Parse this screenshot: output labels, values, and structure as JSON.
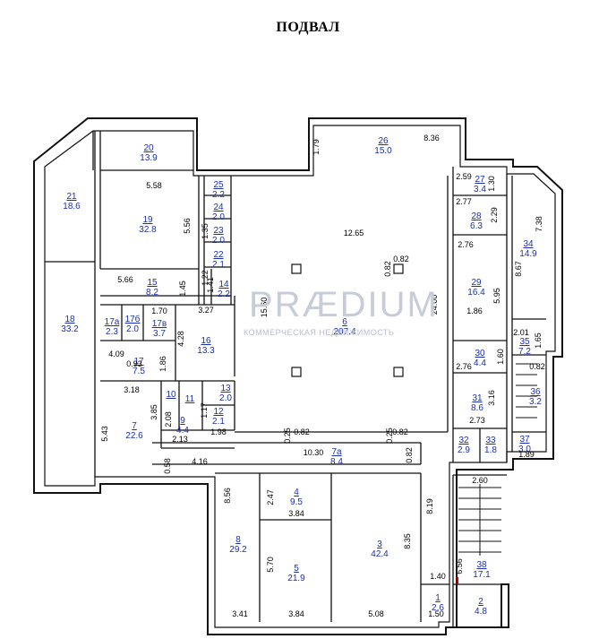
{
  "title": "ПОДВАЛ",
  "watermark": {
    "brand": "PRÆDIUM",
    "tagline": "КОММЕРЧЕСКАЯ НЕДВИЖИМОСТЬ"
  },
  "colors": {
    "wall": "#111111",
    "room_label": "#1a2fb0",
    "dimension": "#000000",
    "watermark": "#c8ccd8",
    "exit_mark": "#c00000"
  },
  "rooms": [
    {
      "id": "room-1",
      "num": "1",
      "area": "2.6"
    },
    {
      "id": "room-2",
      "num": "2",
      "area": "4.8"
    },
    {
      "id": "room-3",
      "num": "3",
      "area": "42.4"
    },
    {
      "id": "room-4",
      "num": "4",
      "area": "9.5"
    },
    {
      "id": "room-5",
      "num": "5",
      "area": "21.9"
    },
    {
      "id": "room-6",
      "num": "6",
      "area": "207.4"
    },
    {
      "id": "room-7",
      "num": "7",
      "area": "22.6"
    },
    {
      "id": "room-7a",
      "num": "7а",
      "area": "8.4"
    },
    {
      "id": "room-8",
      "num": "8",
      "area": "29.2"
    },
    {
      "id": "room-9",
      "num": "9",
      "area": "4.4"
    },
    {
      "id": "room-10",
      "num": "10",
      "area": ""
    },
    {
      "id": "room-11",
      "num": "11",
      "area": ""
    },
    {
      "id": "room-12",
      "num": "12",
      "area": "2.1"
    },
    {
      "id": "room-13",
      "num": "13",
      "area": "2.0"
    },
    {
      "id": "room-14",
      "num": "14",
      "area": "2.2"
    },
    {
      "id": "room-15",
      "num": "15",
      "area": "8.2"
    },
    {
      "id": "room-16",
      "num": "16",
      "area": "13.3"
    },
    {
      "id": "room-17",
      "num": "17",
      "area": "7.5"
    },
    {
      "id": "room-17a",
      "num": "17а",
      "area": "2.3"
    },
    {
      "id": "room-17b",
      "num": "17б",
      "area": "2.0"
    },
    {
      "id": "room-17v",
      "num": "17в",
      "area": "3.7"
    },
    {
      "id": "room-18",
      "num": "18",
      "area": "33.2"
    },
    {
      "id": "room-19",
      "num": "19",
      "area": "32.8"
    },
    {
      "id": "room-20",
      "num": "20",
      "area": "13.9"
    },
    {
      "id": "room-21",
      "num": "21",
      "area": "18.6"
    },
    {
      "id": "room-22",
      "num": "22",
      "area": "2.1"
    },
    {
      "id": "room-23",
      "num": "23",
      "area": "2.0"
    },
    {
      "id": "room-24",
      "num": "24",
      "area": "2.0"
    },
    {
      "id": "room-25",
      "num": "25",
      "area": "2.2"
    },
    {
      "id": "room-26",
      "num": "26",
      "area": "15.0"
    },
    {
      "id": "room-27",
      "num": "27",
      "area": "3.4"
    },
    {
      "id": "room-28",
      "num": "28",
      "area": "6.3"
    },
    {
      "id": "room-29",
      "num": "29",
      "area": "16.4"
    },
    {
      "id": "room-30",
      "num": "30",
      "area": "4.4"
    },
    {
      "id": "room-31",
      "num": "31",
      "area": "8.6"
    },
    {
      "id": "room-32",
      "num": "32",
      "area": "2.9"
    },
    {
      "id": "room-33",
      "num": "33",
      "area": "1.8"
    },
    {
      "id": "room-34",
      "num": "34",
      "area": "14.9"
    },
    {
      "id": "room-35",
      "num": "35",
      "area": "7.2"
    },
    {
      "id": "room-36",
      "num": "36",
      "area": "3.2"
    },
    {
      "id": "room-37",
      "num": "37",
      "area": "3.0"
    },
    {
      "id": "room-38",
      "num": "38",
      "area": "17.1"
    }
  ],
  "dimensions": [
    "1.79",
    "8.36",
    "5.58",
    "5.56",
    "12.65",
    "0.82",
    "0.82",
    "2.59",
    "1.30",
    "2.77",
    "2.29",
    "7.38",
    "2.76",
    "8.67",
    "5.95",
    "24.00",
    "15.60",
    "5.66",
    "1.45",
    "1.41",
    "1.70",
    "3.27",
    "4.28",
    "1.86",
    "0.93",
    "4.09",
    "1.86",
    "2.01",
    "1.65",
    "1.60",
    "2.76",
    "3.16",
    "0.82",
    "2.73",
    "1.89",
    "3.18",
    "3.85",
    "2.08",
    "1.17",
    "2.13",
    "1.98",
    "5.43",
    "0.25",
    "0.82",
    "0.25",
    "0.82",
    "10.30",
    "0.82",
    "4.16",
    "0.58",
    "2.60",
    "8.56",
    "2.47",
    "3.84",
    "8.19",
    "8.35",
    "5.70",
    "6.56",
    "1.40",
    "3.41",
    "3.84",
    "5.08",
    "1.50",
    "1.22",
    "1.35"
  ]
}
